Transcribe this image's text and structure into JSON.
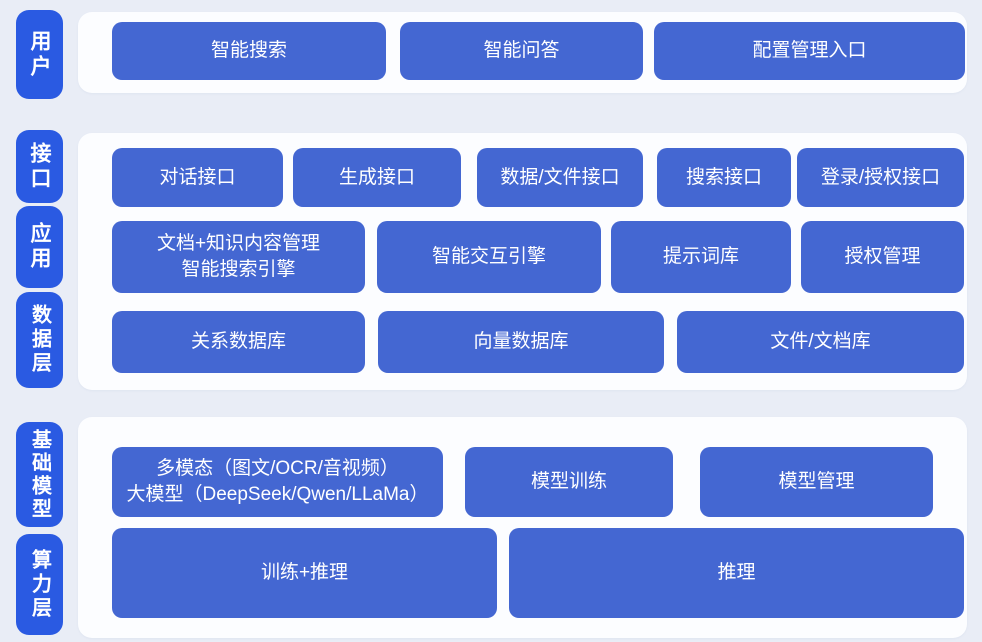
{
  "colors": {
    "background": "#e9edf6",
    "panel": "#fcfdff",
    "layer_pill": "#2a5ae2",
    "block": "#4467d2",
    "block_text": "#ffffff"
  },
  "layer_labels": {
    "user": "用户",
    "interface": "接口",
    "application": "应用",
    "data_layer": "数据层",
    "foundation_model": "基础模型",
    "compute_layer": "算力层"
  },
  "user_layer": {
    "smart_search": "智能搜索",
    "smart_qa": "智能问答",
    "config_management_entry": "配置管理入口"
  },
  "interface_layer": {
    "dialog_api": "对话接口",
    "generation_api": "生成接口",
    "data_file_api": "数据/文件接口",
    "search_api": "搜索接口",
    "login_auth_api": "登录/授权接口"
  },
  "application_layer": {
    "doc_knowledge_line1": "文档+知识内容管理",
    "doc_knowledge_line2": "智能搜索引擎",
    "interaction_engine": "智能交互引擎",
    "prompt_library": "提示词库",
    "authorization_management": "授权管理"
  },
  "data_layer": {
    "relational_db": "关系数据库",
    "vector_db": "向量数据库",
    "file_document_store": "文件/文档库"
  },
  "foundation_model_layer": {
    "multimodal_line1": "多模态（图文/OCR/音视频）",
    "multimodal_line2": "大模型（DeepSeek/Qwen/LLaMa）",
    "model_training": "模型训练",
    "model_management": "模型管理"
  },
  "compute_layer": {
    "training_inference": "训练+推理",
    "inference": "推理"
  }
}
